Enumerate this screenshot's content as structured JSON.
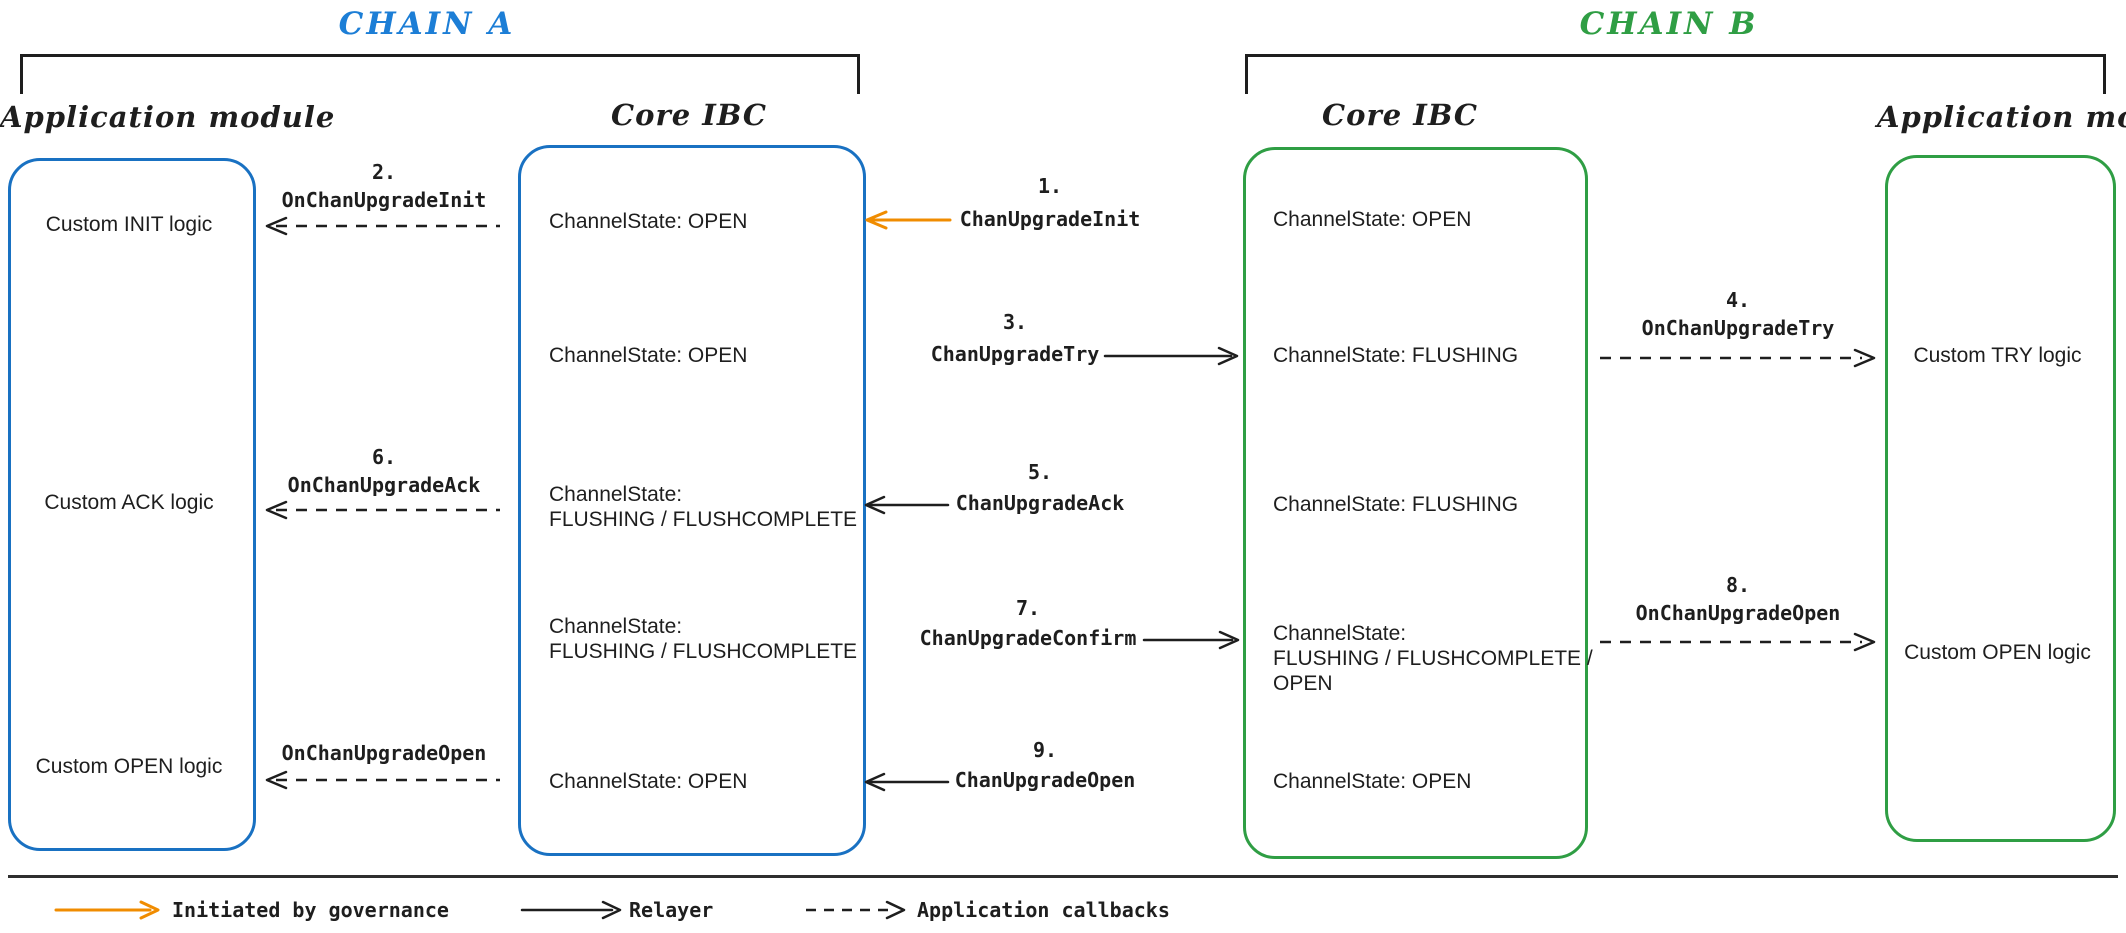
{
  "chain_a": {
    "title": "CHAIN A"
  },
  "chain_b": {
    "title": "CHAIN B"
  },
  "boxes": {
    "a_app": {
      "title": "Application module",
      "rows": [
        "Custom INIT logic",
        "Custom ACK logic",
        "Custom OPEN logic"
      ]
    },
    "a_core": {
      "title": "Core IBC",
      "rows": [
        "ChannelState: OPEN",
        "ChannelState: OPEN",
        "ChannelState:\nFLUSHING / FLUSHCOMPLETE",
        "ChannelState:\nFLUSHING / FLUSHCOMPLETE",
        "ChannelState: OPEN"
      ]
    },
    "b_core": {
      "title": "Core IBC",
      "rows": [
        "ChannelState: OPEN",
        "ChannelState: FLUSHING",
        "ChannelState: FLUSHING",
        "ChannelState:\nFLUSHING / FLUSHCOMPLETE /\nOPEN",
        "ChannelState: OPEN"
      ]
    },
    "b_app": {
      "title": "Application module",
      "rows": [
        "Custom TRY logic",
        "Custom OPEN logic"
      ]
    }
  },
  "messages": {
    "m1": {
      "num": "1.",
      "label": "ChanUpgradeInit"
    },
    "m2": {
      "num": "2.",
      "label": "OnChanUpgradeInit"
    },
    "m3": {
      "num": "3.",
      "label": "ChanUpgradeTry"
    },
    "m4": {
      "num": "4.",
      "label": "OnChanUpgradeTry"
    },
    "m5": {
      "num": "5.",
      "label": "ChanUpgradeAck"
    },
    "m6": {
      "num": "6.",
      "label": "OnChanUpgradeAck"
    },
    "m7": {
      "num": "7.",
      "label": "ChanUpgradeConfirm"
    },
    "m8": {
      "num": "8.",
      "label": "OnChanUpgradeOpen"
    },
    "m9": {
      "num": "9.",
      "label": "ChanUpgradeOpen"
    },
    "m10": {
      "label": "OnChanUpgradeOpen"
    }
  },
  "legend": {
    "governance": "Initiated by governance",
    "relayer": "Relayer",
    "callbacks": "Application callbacks"
  },
  "colors": {
    "blue": "#1971c2",
    "green": "#2f9e44",
    "orange": "#f08c00",
    "ink": "#1e1e1e"
  }
}
